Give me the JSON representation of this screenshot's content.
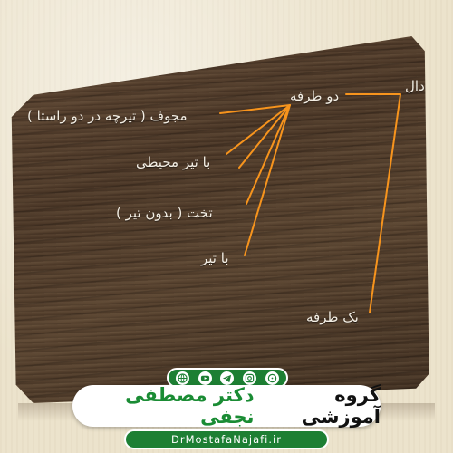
{
  "diagram": {
    "root": "دال",
    "level1": {
      "two_way": "دو طرفه",
      "one_way": "یک طرفه"
    },
    "two_way_children": {
      "hollow": "مجوف ( تیرچه در دو راستا )",
      "perimeter_beam": "با تیر محیطی",
      "flat": "تخت ( بدون تیر )",
      "with_beam": "با تیر"
    }
  },
  "branding": {
    "title_part1": "گروه آموزشی ",
    "title_highlight": "دکتر مصطفی نجفی",
    "website": "DrMostafaNajafi.ir",
    "social_icons": [
      "web-icon",
      "youtube-icon",
      "telegram-icon",
      "instagram-icon",
      "aparat-icon"
    ]
  },
  "colors": {
    "line": "#f7941d",
    "label": "#f3eee4",
    "brand_green": "#1d7f33"
  }
}
